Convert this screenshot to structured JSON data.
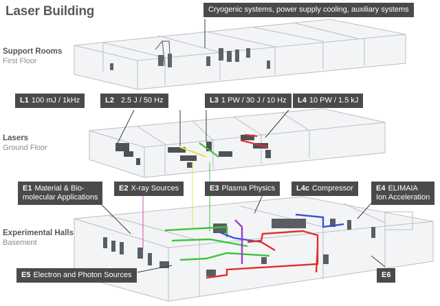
{
  "title": "Laser Building",
  "floors": [
    {
      "name": "Support Rooms",
      "sub": "First Floor"
    },
    {
      "name": "Lasers",
      "sub": "Ground Floor"
    },
    {
      "name": "Experimental Halls",
      "sub": "Basement"
    }
  ],
  "support_label": "Cryogenic systems, power supply cooling, auxiliary systems",
  "lasers": [
    {
      "id": "L1",
      "spec": "100 mJ / 1kHz"
    },
    {
      "id": "L2",
      "spec": "2.5 J / 50 Hz"
    },
    {
      "id": "L3",
      "spec": "1 PW / 30 J / 10 Hz"
    },
    {
      "id": "L4",
      "spec": "10 PW / 1.5 kJ"
    }
  ],
  "halls": [
    {
      "id": "E1",
      "line1": "Material & Bio-",
      "line2": "molecular Applications"
    },
    {
      "id": "E2",
      "line1": "X-ray Sources",
      "line2": ""
    },
    {
      "id": "E3",
      "line1": "Plasma Physics",
      "line2": ""
    },
    {
      "id": "L4c",
      "line1": "Compressor",
      "line2": ""
    },
    {
      "id": "E4",
      "line1": "ELIMAIA",
      "line2": "Ion Acceleration"
    },
    {
      "id": "E5",
      "line1": "Electron and Photon Sources",
      "line2": ""
    },
    {
      "id": "E6",
      "line1": "",
      "line2": ""
    }
  ],
  "colors": {
    "tag_bg": "#4a4a4a",
    "beam_red": "#e32d2d",
    "beam_green": "#3cc33c",
    "beam_blue": "#3a54d6",
    "beam_purple": "#9b3fc8",
    "beam_yellow": "#e8e050",
    "structure": "#b9bec4"
  }
}
